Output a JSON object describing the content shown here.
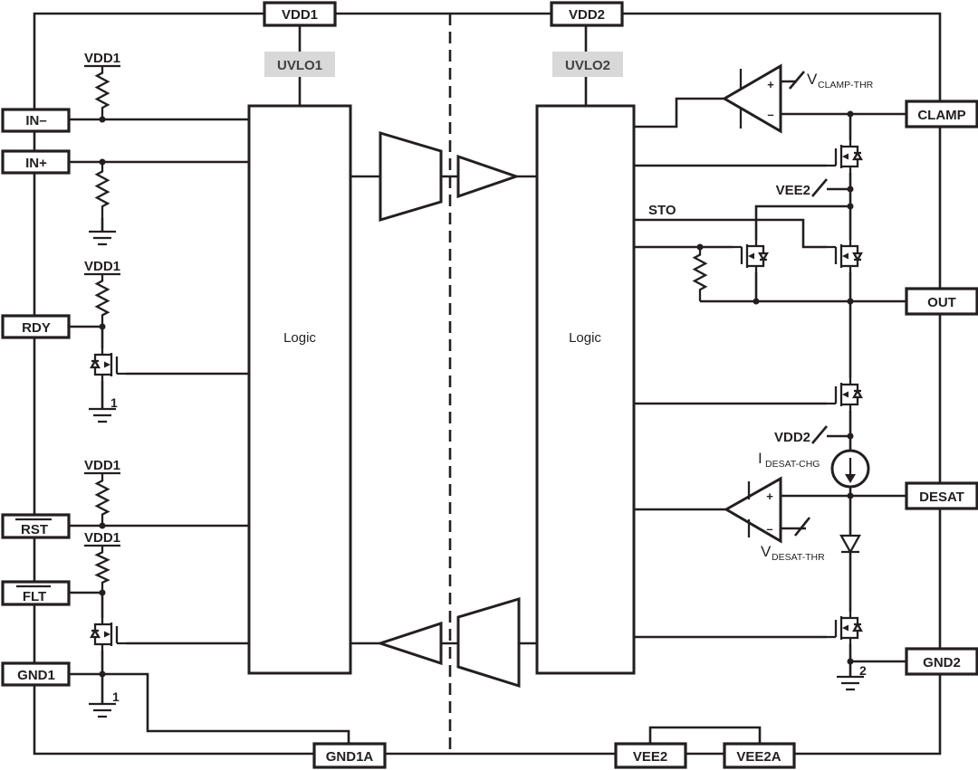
{
  "pins": {
    "vdd1": "VDD1",
    "vdd2": "VDD2",
    "in_minus": "IN–",
    "in_plus": "IN+",
    "rdy": "RDY",
    "rst": "RST",
    "flt": "FLT",
    "gnd1": "GND1",
    "gnd1a": "GND1A",
    "clamp": "CLAMP",
    "out": "OUT",
    "desat": "DESAT",
    "gnd2": "GND2",
    "vee2": "VEE2",
    "vee2a": "VEE2A"
  },
  "blocks": {
    "uvlo1": "UVLO1",
    "uvlo2": "UVLO2",
    "logic": "Logic"
  },
  "rails": {
    "vdd1": "VDD1",
    "vdd2": "VDD2",
    "vee2": "VEE2"
  },
  "signals": {
    "sto": "STO"
  },
  "quantities": {
    "v_symbol": "V",
    "i_symbol": "I",
    "clamp_thr": "CLAMP-THR",
    "desat_thr": "DESAT-THR",
    "desat_chg": "DESAT-CHG"
  },
  "comparator": {
    "plus": "+",
    "minus": "–"
  },
  "ground_refs": {
    "one": "1",
    "two": "2"
  },
  "colors": {
    "line": "#231f20",
    "uvlo_bg": "#d8d8d8",
    "background": "#ffffff"
  }
}
